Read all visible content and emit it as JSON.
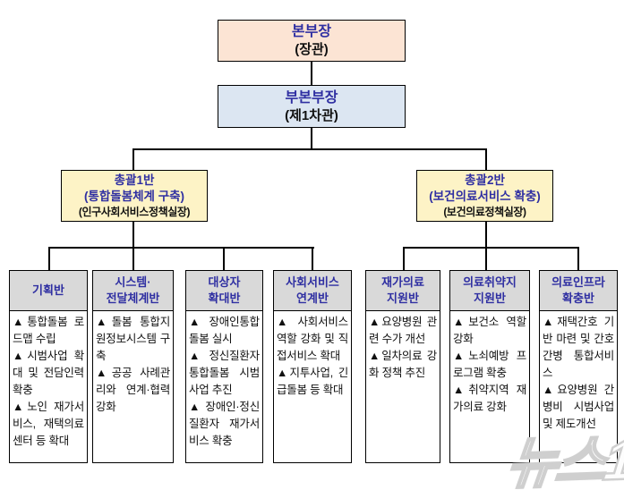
{
  "chart": {
    "headquarters": {
      "title": "본부장",
      "subtitle": "(장관)"
    },
    "deputy": {
      "title": "부본부장",
      "subtitle": "(제1차관)"
    },
    "groups": [
      {
        "title": "총괄1반",
        "mission": "(통합돌봄체계 구축)",
        "lead": "(인구사회서비스정책실장)"
      },
      {
        "title": "총괄2반",
        "mission": "(보건의료서비스 확충)",
        "lead": "(보건의료정책실장)"
      }
    ],
    "teams": [
      {
        "name": "기획반",
        "items": [
          "▲통합돌봄 로드맵 수립",
          "▲시범사업 확대 및 전담인력 확충",
          "▲노인 재가서비스, 재택의료센터 등 확대"
        ]
      },
      {
        "name": "시스템·\n전달체계반",
        "items": [
          "▲돌봄 통합지원정보시스템 구축",
          "▲공공 사례관리와 연계·협력 강화"
        ]
      },
      {
        "name": "대상자\n확대반",
        "items": [
          "▲장애인통합돌봄 실시",
          "▲정신질환자 통합돌봄 시범사업 추진",
          "▲장애인·정신질환자 재가서비스 확충"
        ]
      },
      {
        "name": "사회서비스\n연계반",
        "items": [
          "▲사회서비스 역할 강화 및 직접서비스 확대",
          "▲지투사업, 긴급돌봄 등 확대"
        ]
      },
      {
        "name": "재가의료\n지원반",
        "items": [
          "▲요양병원 관련 수가 개선",
          "▲일차의료 강화 정책 추진"
        ]
      },
      {
        "name": "의료취약지\n지원반",
        "items": [
          "▲보건소 역할 강화",
          "▲노쇠예방 프로그램 확충",
          "▲취약지역 재가의료 강화"
        ]
      },
      {
        "name": "의료인프라\n확충반",
        "items": [
          "▲재택간호 기반 마련 및 간호간병 통합서비스",
          "▲요양병원 간병비 시범사업 및 제도개선"
        ]
      }
    ],
    "watermark": "뉴스1",
    "colors": {
      "headquarters_fill": "#fce4d4",
      "deputy_fill": "#dce6f2",
      "group_fill": "#fdf3c6",
      "team_header_fill": "#d9d9d9",
      "accent_text": "#2f2fa2",
      "border": "#000000"
    }
  }
}
